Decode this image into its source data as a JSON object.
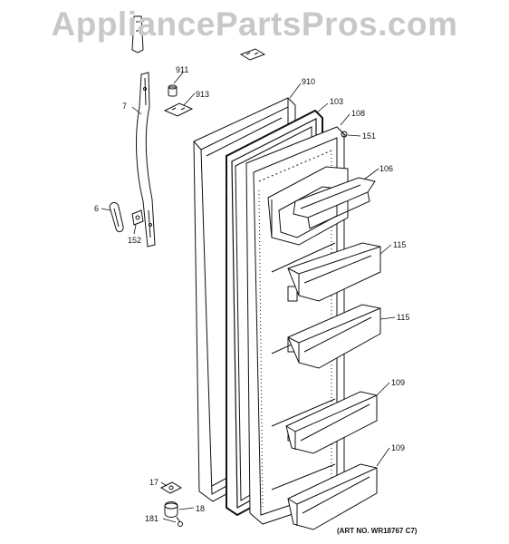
{
  "watermark": "AppliancePartsPros.com",
  "callouts": [
    {
      "id": "p7",
      "label": "7"
    },
    {
      "id": "p911",
      "label": "911"
    },
    {
      "id": "p913",
      "label": "913"
    },
    {
      "id": "p910",
      "label": "910"
    },
    {
      "id": "p103",
      "label": "103"
    },
    {
      "id": "p108",
      "label": "108"
    },
    {
      "id": "p151",
      "label": "151"
    },
    {
      "id": "p106",
      "label": "106"
    },
    {
      "id": "p6",
      "label": "6"
    },
    {
      "id": "p152",
      "label": "152"
    },
    {
      "id": "p115a",
      "label": "115"
    },
    {
      "id": "p115b",
      "label": "115"
    },
    {
      "id": "p109a",
      "label": "109"
    },
    {
      "id": "p109b",
      "label": "109"
    },
    {
      "id": "p17",
      "label": "17"
    },
    {
      "id": "p18",
      "label": "18"
    },
    {
      "id": "p181",
      "label": "181"
    }
  ],
  "art_number": "(ART NO. WR18767 C7)",
  "colors": {
    "ink": "#111111",
    "watermark": "#c8c8c8",
    "background": "#ffffff"
  }
}
